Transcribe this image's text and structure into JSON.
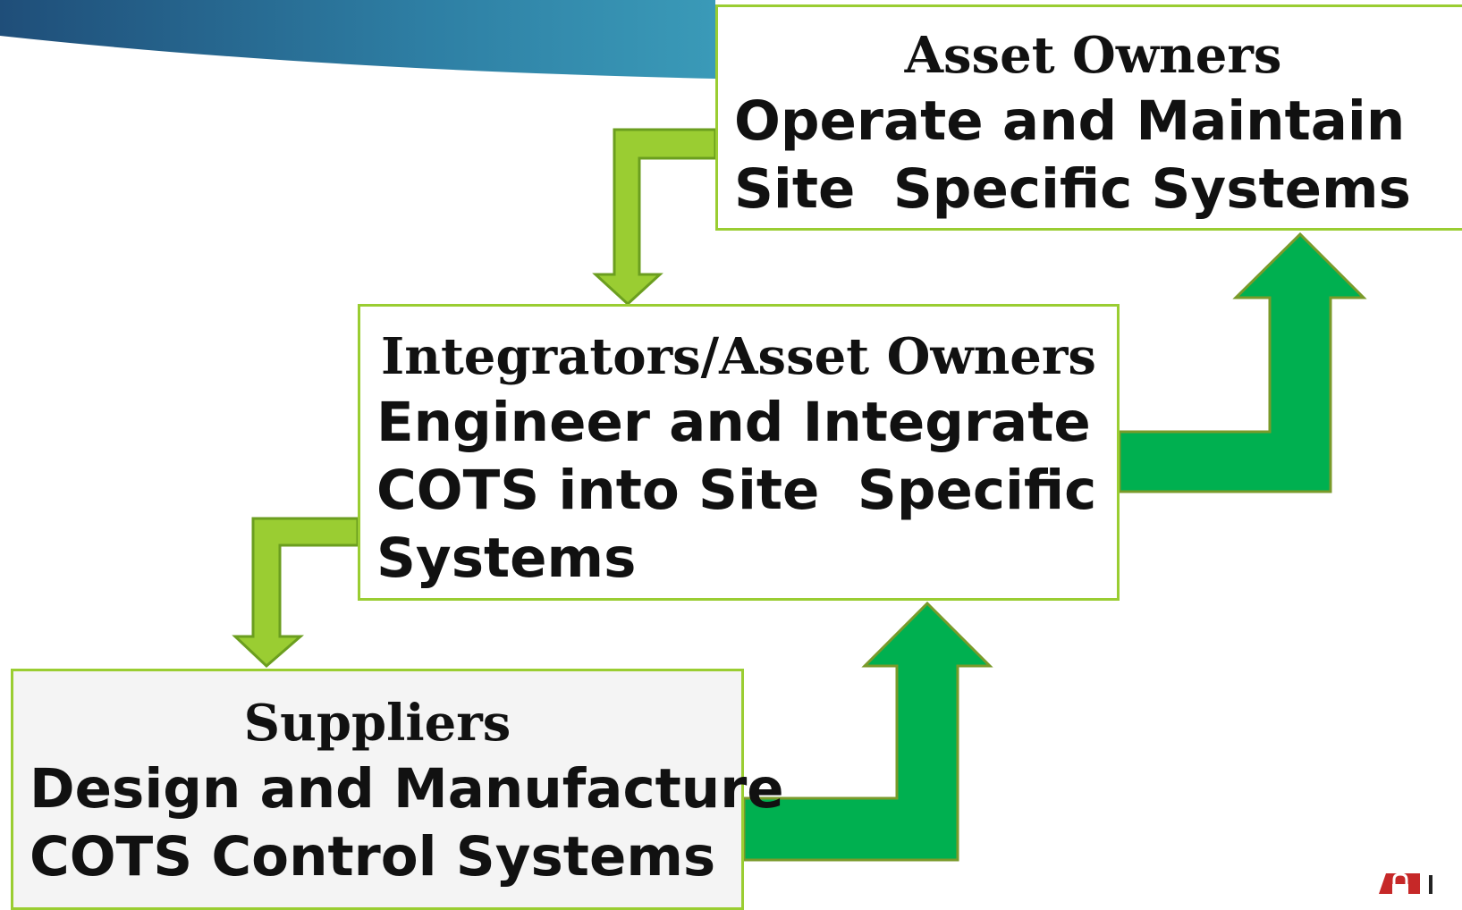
{
  "colors": {
    "banner": "#2e7fa4",
    "box_border": "#9acd32",
    "down_arrow_fill": "#9acd32",
    "down_arrow_stroke": "#6b9e1f",
    "up_arrow_fill": "#00b050",
    "up_arrow_stroke": "#7a9a2a",
    "logo_red": "#c62828"
  },
  "icons": {
    "logo": "padlock-logo-icon"
  },
  "boxes": {
    "asset_owners": {
      "title": "Asset Owners",
      "lines": [
        "Operate and Maintain",
        "Site  Specific Systems"
      ]
    },
    "integrators": {
      "title": "Integrators/Asset Owners",
      "lines": [
        "Engineer and Integrate",
        "COTS into Site  Specific",
        "Systems"
      ]
    },
    "suppliers": {
      "title": "Suppliers",
      "lines": [
        "Design and Manufacture",
        "COTS Control Systems"
      ]
    }
  }
}
